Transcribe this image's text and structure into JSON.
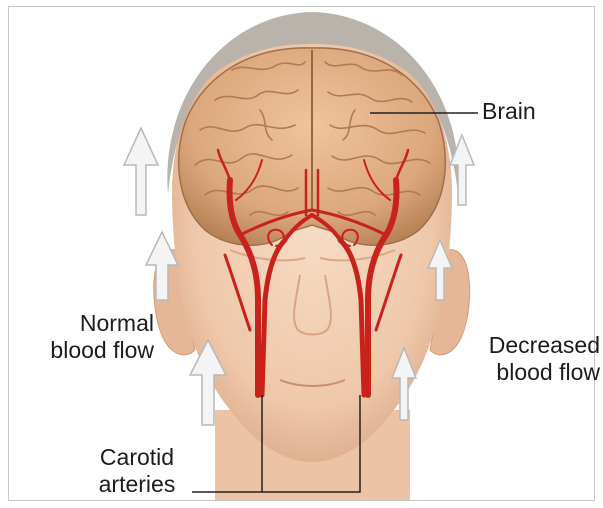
{
  "labels": {
    "brain": "Brain",
    "normal_flow": [
      "Normal",
      "blood flow"
    ],
    "decreased_flow": [
      "Decreased",
      "blood flow"
    ],
    "carotid": [
      "Carotid",
      "arteries"
    ]
  },
  "colors": {
    "skin": "#f1cdb2",
    "skin_shadow": "#d9a886",
    "hair_gray": "#b9b3ac",
    "brain": "#dca77c",
    "brain_fold": "#b07a52",
    "artery": "#c8221c",
    "arrow_fill": "#f4f4f4",
    "arrow_stroke": "#b8b8b8"
  }
}
